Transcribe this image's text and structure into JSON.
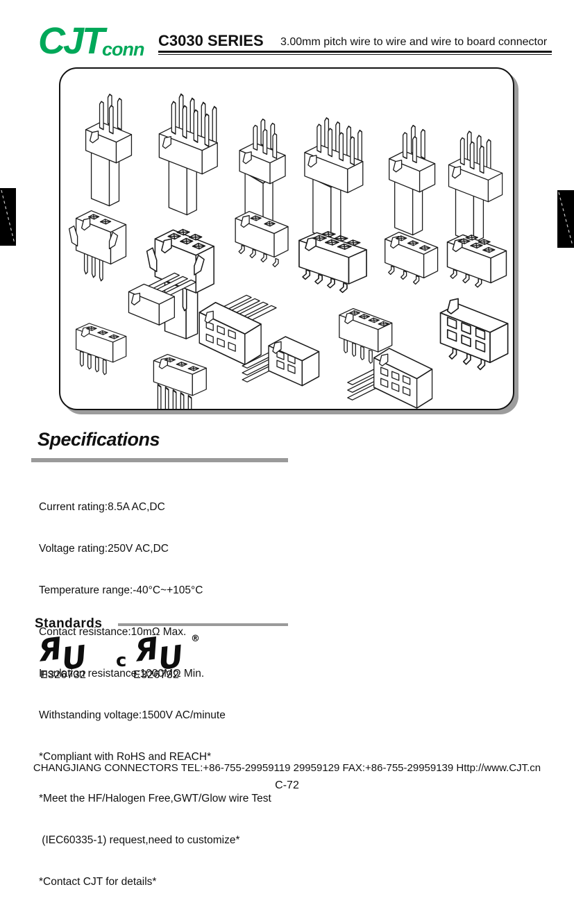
{
  "header": {
    "logo": {
      "text": "CJT",
      "sub": "conn",
      "color": "#00A859"
    },
    "series_title": "C3030 SERIES",
    "subtitle": "3.00mm pitch wire to wire and wire to board connector"
  },
  "specifications": {
    "heading": "Specifications",
    "lines": [
      "Current rating:8.5A AC,DC",
      "Voltage rating:250V AC,DC",
      "Temperature range:-40°C~+105°C",
      "Contact resistance:10mΩ Max.",
      "Insulation resistance:1000MΩ Min.",
      "Withstanding voltage:1500V AC/minute",
      "*Compliant with RoHS and REACH*",
      "*Meet the HF/Halogen Free,GWT/Glow wire Test",
      " (IEC60335-1) request,need to customize*",
      "*Contact CJT for details*"
    ]
  },
  "standards": {
    "heading": "Standards",
    "marks": [
      {
        "glyph_r": "Я",
        "glyph_u": "U",
        "prefix": "",
        "registered": "",
        "file_number": "E326732"
      },
      {
        "glyph_r": "Я",
        "glyph_u": "U",
        "prefix": "c",
        "registered": "®",
        "file_number": "E326732"
      }
    ]
  },
  "footer": {
    "company_line": "CHANGJIANG CONNECTORS  TEL:+86-755-29959119 29959129  FAX:+86-755-29959139 Http://www.CJT.cn",
    "page_number": "C-72"
  }
}
